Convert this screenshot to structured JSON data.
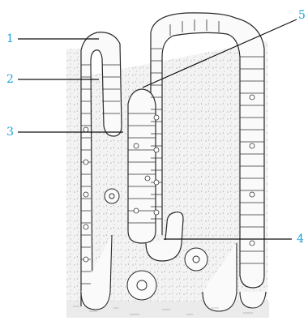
{
  "figure": {
    "labels": [
      {
        "id": "1",
        "text": "1"
      },
      {
        "id": "2",
        "text": "2"
      },
      {
        "id": "3",
        "text": "3"
      },
      {
        "id": "4",
        "text": "4"
      },
      {
        "id": "5",
        "text": "5"
      }
    ],
    "colors": {
      "label": "#1aa3d6",
      "leader": "#111111",
      "ink": "#2a2a2a",
      "stroma": "#f1f1f1"
    }
  }
}
